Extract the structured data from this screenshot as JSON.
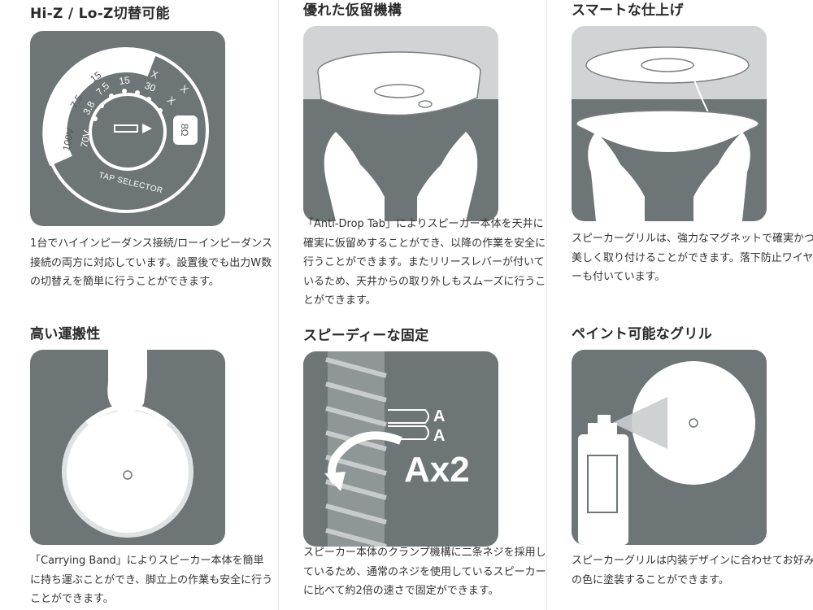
{
  "features": [
    {
      "title": "Hi-Z / Lo-Z切替可能",
      "desc": "1台でハイインピーダンス接続/ローインピーダンス接続の両方に対応しています。設置後でも出力W数の切替えを簡単に行うことができます。",
      "dial": {
        "caption": "TAP SELECTOR",
        "ring_100v": "100V",
        "ring_70v": "70V",
        "ohm": "8Ω",
        "v100_taps": [
          "7.5",
          "15",
          "30",
          "X"
        ],
        "v70_taps": [
          "3.8",
          "7.5",
          "15",
          "30",
          "X",
          "X"
        ]
      }
    },
    {
      "title": "優れた仮留機構",
      "desc": "「Anti-Drop Tab」によりスピーカー本体を天井に確実に仮留めすることができ、以降の作業を安全に行うことができます。またリリースレバーが付いているため、天井からの取り外しもスムーズに行うことができます。"
    },
    {
      "title": "スマートな仕上げ",
      "desc": "スピーカーグリルは、強力なマグネットで確実かつ美しく取り付けることができます。落下防止ワイヤーも付いています。"
    },
    {
      "title": "高い運搬性",
      "desc": "「Carrying Band」によりスピーカー本体を簡単に持ち運ぶことができ、脚立上の作業も安全に行うことができます。"
    },
    {
      "title": "スピーディーな固定",
      "desc": "スピーカー本体のクランプ機構に二条ネジを採用しているため、通常のネジを使用しているスピーカーに比べて約2倍の速さで固定ができます。",
      "screw": {
        "thread_a1": "A",
        "thread_a2": "A",
        "multiplier": "Ax2"
      }
    },
    {
      "title": "ペイント可能なグリル",
      "desc": "スピーカーグリルは内装デザインに合わせてお好みの色に塗装することができます。"
    }
  ],
  "colors": {
    "tile_bg": "#6e7577",
    "tile_dark": "#5f6669",
    "tile_light": "#cfd3d4",
    "text": "#2b2b2b"
  }
}
